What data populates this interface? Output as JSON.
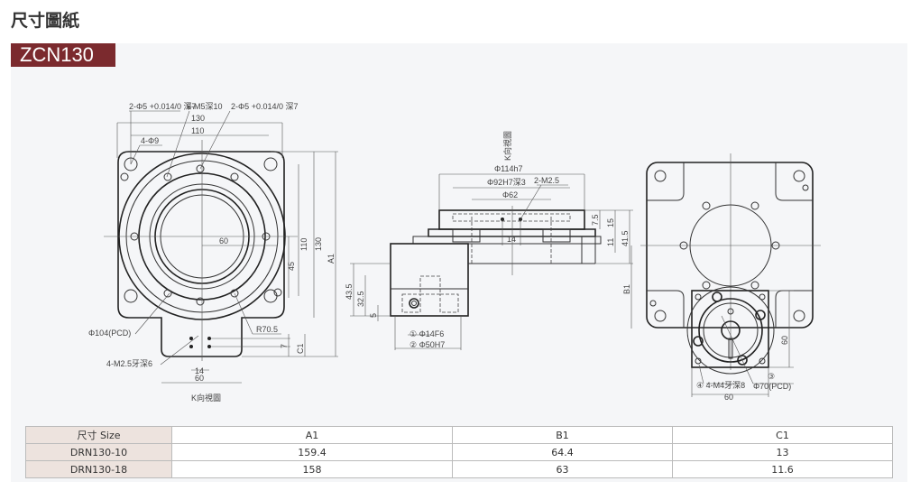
{
  "page_title": "尺寸圖紙",
  "model": "ZCN130",
  "drawing": {
    "front": {
      "hole_note_1": "2-Φ5 +0.014/0 深7",
      "tapped_note": "6-M5深10",
      "hole_note_2": "2-Φ5 +0.014/0 深7",
      "width_130": "130",
      "width_110": "110",
      "bolt_holes": "4-Φ9",
      "radius_60": "60",
      "height_110": "110",
      "height_130": "130",
      "height_A1": "A1",
      "height_45": "45",
      "pcd": "Φ104(PCD)",
      "radius_r70": "R70.5",
      "dim_7": "7",
      "dim_C1": "C1",
      "tap_note": "4-M2.5牙深6",
      "dim_14": "14",
      "dim_60": "60",
      "view_label": "K向視圖"
    },
    "side": {
      "view_label": "K向視圖",
      "d114": "Φ114h7",
      "d92": "Φ92H7深3",
      "tap": "2-M2.5",
      "d62": "Φ62",
      "dim_7_5": "7.5",
      "dim_15": "15",
      "dim_11": "11",
      "dim_41_5": "41.5",
      "dim_14": "14",
      "dim_43_5": "43.5",
      "dim_32_5": "32.5",
      "dim_5": "5",
      "shaft": "① Φ14F6",
      "bore": "② Φ50H7",
      "dim_B1": "B1"
    },
    "rear": {
      "dim_60_v": "60",
      "note3": "③",
      "tap_note": "④ 4-M4牙深8",
      "pcd": "Φ70(PCD)",
      "dim_60_h": "60"
    }
  },
  "table": {
    "headers": [
      "尺寸 Size",
      "A1",
      "B1",
      "C1"
    ],
    "rows": [
      [
        "DRN130-10",
        "159.4",
        "64.4",
        "13"
      ],
      [
        "DRN130-18",
        "158",
        "63",
        "11.6"
      ]
    ]
  },
  "colors": {
    "accent": "#7b2a2e",
    "panel": "#f5f6f8",
    "header_cell": "#ede3de"
  }
}
